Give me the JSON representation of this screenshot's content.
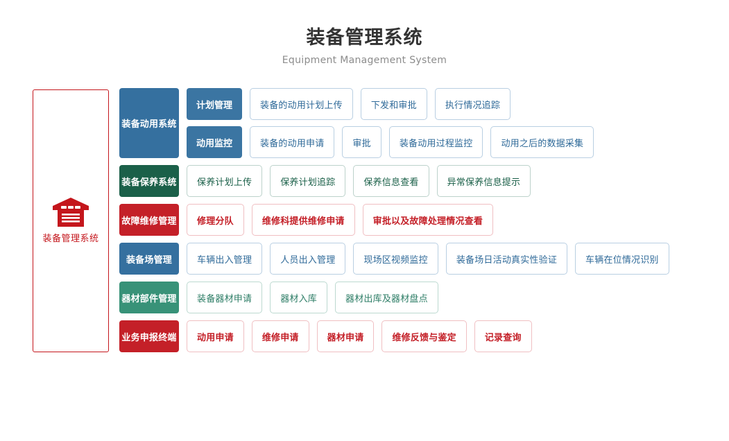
{
  "header": {
    "title_cn": "装备管理系统",
    "title_en": "Equipment Management System"
  },
  "left_panel": {
    "icon": "warehouse-icon",
    "label": "装备管理系统",
    "border_color": "#c4161c"
  },
  "palette": {
    "blue": "#35709f",
    "blue_sub": "#3b75a2",
    "green_dark": "#1b6049",
    "green_light": "#389278",
    "red": "#c42028",
    "item_blue_border": "#b9cfe2",
    "item_blue_text": "#2f6a99",
    "item_green_dark_border": "#bcd2cb",
    "item_green_light_border": "#bcd9d0",
    "item_red_border": "#f0bfc2"
  },
  "rows": [
    {
      "category": "装备动用系统",
      "color": "blue",
      "tall": true,
      "subrows": [
        {
          "subcategory": "计划管理",
          "items": [
            "装备的动用计划上传",
            "下发和审批",
            "执行情况追踪"
          ]
        },
        {
          "subcategory": "动用监控",
          "items": [
            "装备的动用申请",
            "审批",
            "装备动用过程监控",
            "动用之后的数据采集"
          ]
        }
      ]
    },
    {
      "category": "装备保养系统",
      "color": "green_dark",
      "tall": false,
      "subrows": [
        {
          "subcategory": null,
          "items": [
            "保养计划上传",
            "保养计划追踪",
            "保养信息查看",
            "异常保养信息提示"
          ]
        }
      ]
    },
    {
      "category": "故障维修管理",
      "color": "red",
      "tall": false,
      "subrows": [
        {
          "subcategory": null,
          "items": [
            "修理分队",
            "维修科提供维修申请",
            "审批以及故障处理情况查看"
          ]
        }
      ]
    },
    {
      "category": "装备场管理",
      "color": "blue",
      "tall": false,
      "subrows": [
        {
          "subcategory": null,
          "items": [
            "车辆出入管理",
            "人员出入管理",
            "现场区视频监控",
            "装备场日活动真实性验证",
            "车辆在位情况识别"
          ]
        }
      ]
    },
    {
      "category": "器材部件管理",
      "color": "green_light",
      "tall": false,
      "subrows": [
        {
          "subcategory": null,
          "items": [
            "装备器材申请",
            "器材入库",
            "器材出库及器材盘点"
          ]
        }
      ]
    },
    {
      "category": "业务申报终端",
      "color": "red",
      "tall": false,
      "subrows": [
        {
          "subcategory": null,
          "items": [
            "动用申请",
            "维修申请",
            "器材申请",
            "维修反馈与鉴定",
            "记录查询"
          ]
        }
      ]
    }
  ]
}
